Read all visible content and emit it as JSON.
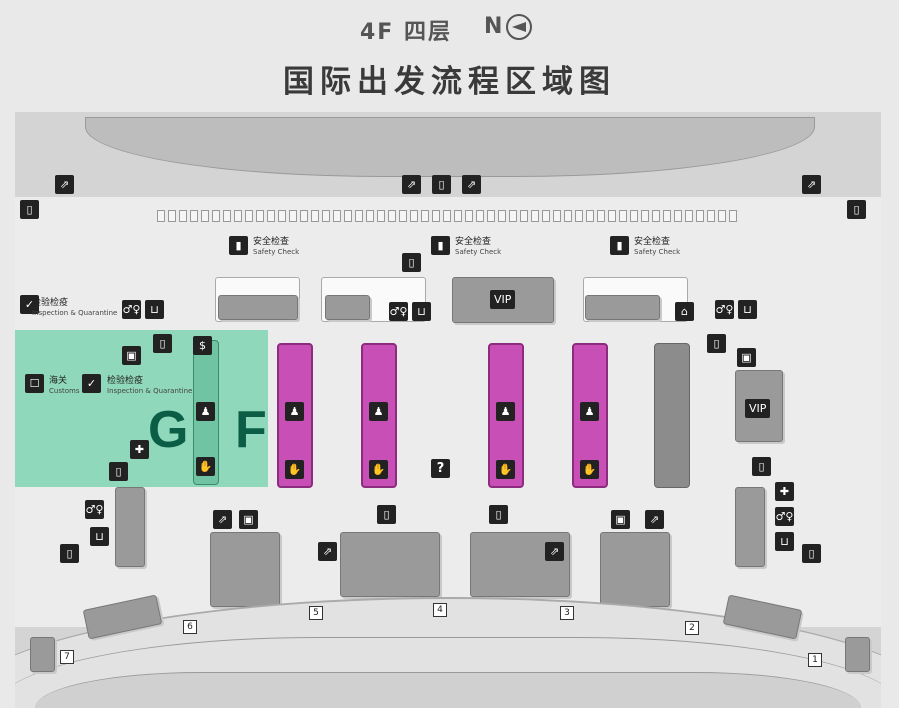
{
  "header": {
    "floor": "4F 四层",
    "north": "N",
    "title": "国际出发流程区域图"
  },
  "zones": {
    "inspection_top": "检验检疫",
    "inspection_top_en": "Inspection & Quarantine",
    "customs": "海关",
    "customs_en": "Customs",
    "inspection": "检验检疫",
    "inspection_en": "Inspection & Quarantine",
    "zone_g": "G",
    "zone_f": "F"
  },
  "security": [
    {
      "cn": "安全检查",
      "en": "Safety Check"
    },
    {
      "cn": "安全检查",
      "en": "Safety Check"
    },
    {
      "cn": "安全检查",
      "en": "Safety Check"
    }
  ],
  "vip": [
    "VIP",
    "VIP"
  ],
  "info": "?",
  "gates": [
    "7",
    "6",
    "5",
    "4",
    "3",
    "2",
    "1"
  ],
  "colors": {
    "pier": "#c84fb6",
    "zone_overlay": "#46c896",
    "zone_letter": "#0b5e45"
  }
}
